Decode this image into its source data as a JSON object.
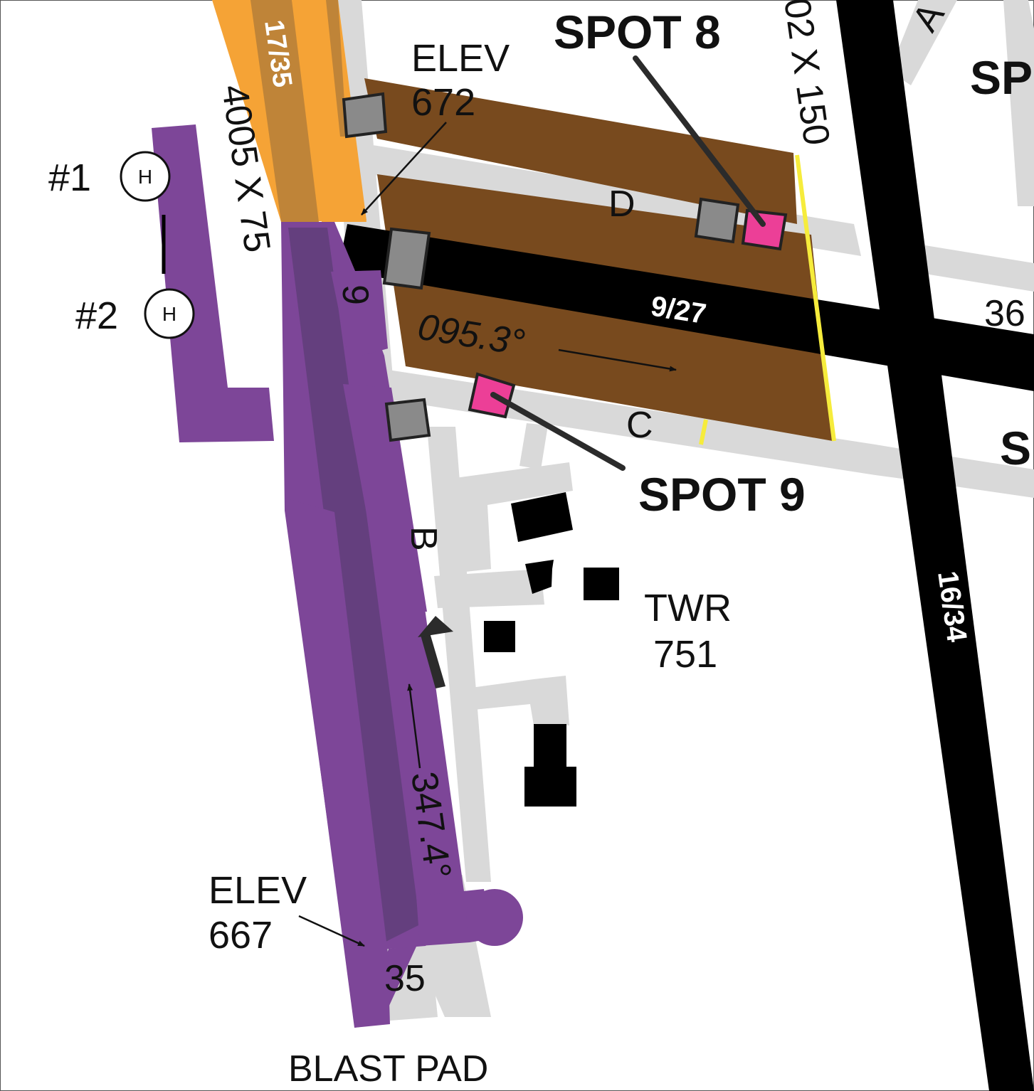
{
  "colors": {
    "orange_runway": "#f5a336",
    "orange_runway_dark": "#bf8438",
    "purple_runway": "#7d4698",
    "purple_runway_dark": "#643f7e",
    "brown_ramp": "#784a1e",
    "taxiway_gray": "#d9d9d9",
    "runway_black": "#000000",
    "spot_magenta": "#ec3f97",
    "structure_gray": "#8a8a8a",
    "hold_line_yellow": "#f6ec3c"
  },
  "runways": {
    "r17_35": {
      "name": "17/35",
      "dimensions": "4005 X 75",
      "heading": "347.4°",
      "end_number_35": "35",
      "end_number_9": "9"
    },
    "r9_27": {
      "name": "9/27",
      "dimensions": "02 X 150",
      "heading": "095.3°"
    },
    "r16_34": {
      "name": "16/34",
      "cross_label": "36"
    }
  },
  "elevations": {
    "north": {
      "label": "ELEV",
      "value": "672"
    },
    "south": {
      "label": "ELEV",
      "value": "667"
    }
  },
  "taxiways": {
    "b": "B",
    "c": "C",
    "d": "D",
    "a_partial": "A"
  },
  "helipads": [
    {
      "label": "#1",
      "symbol": "H"
    },
    {
      "label": "#2",
      "symbol": "H"
    }
  ],
  "spots": {
    "spot8": "SPOT 8",
    "spot9": "SPOT 9",
    "edge_upper": "SP",
    "edge_lower": "S"
  },
  "tower": {
    "label": "TWR",
    "elevation": "751"
  },
  "blast_pad": "BLAST PAD"
}
